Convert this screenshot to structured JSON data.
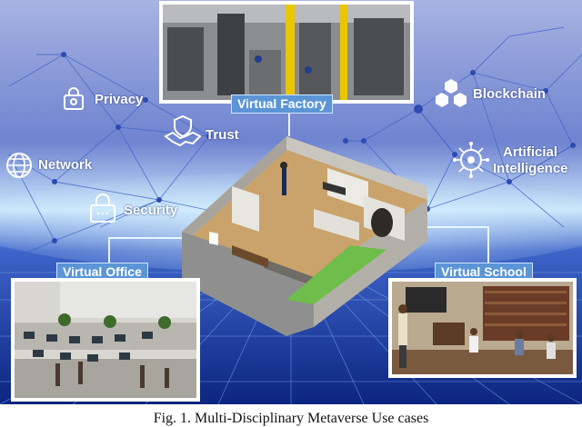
{
  "topics": {
    "privacy": "Privacy",
    "trust": "Trust",
    "network": "Network",
    "security": "Security",
    "blockchain": "Blockchain",
    "ai_line1": "Artificial",
    "ai_line2": "Intelligence"
  },
  "scenes": {
    "factory": "Virtual Factory",
    "office": "Virtual Office",
    "school": "Virtual School"
  },
  "caption": "Fig. 1. Multi-Disciplinary Metaverse Use cases",
  "colors": {
    "background_top": "#8f9fd8",
    "background_bottom": "#0e2a8a",
    "tag_fill": "#5b95d6",
    "glow": "#d8f1ff"
  }
}
